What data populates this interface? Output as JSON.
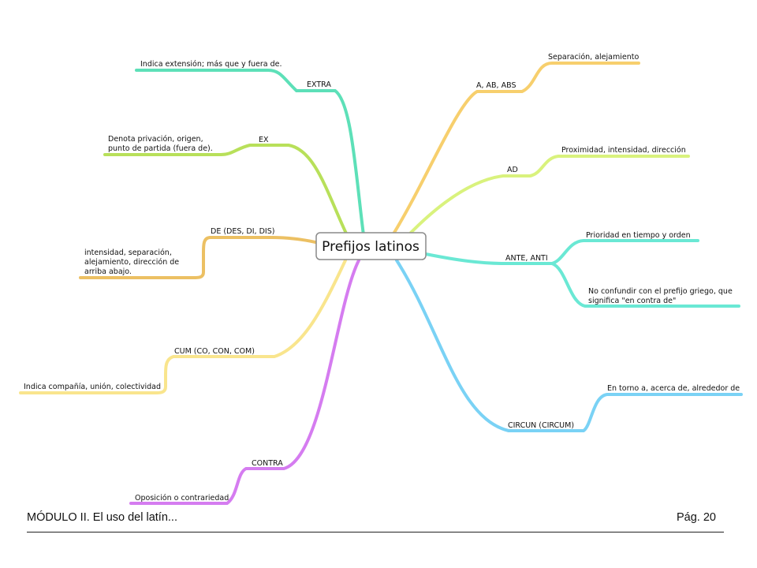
{
  "central": "Prefijos latinos",
  "colors": {
    "extra": "#5de0b8",
    "ex": "#b8e05a",
    "de": "#ecc063",
    "cum": "#f9e58d",
    "contra": "#d57cf0",
    "a": "#f7cf6d",
    "ad": "#d9f27d",
    "ante": "#6ae8d4",
    "circun": "#7ad2f5"
  },
  "branches": {
    "extra": {
      "label": "EXTRA",
      "leaf": "Indica extensión; más que y fuera de."
    },
    "ex": {
      "label": "EX",
      "leaf": [
        "Denota privación, origen,",
        "punto de partida (fuera de)."
      ]
    },
    "de": {
      "label": "DE (DES, DI, DIS)",
      "leaf": [
        "intensidad, separación,",
        "alejamiento, dirección de",
        "arriba abajo."
      ]
    },
    "cum": {
      "label": "CUM (CO, CON, COM)",
      "leaf": "Indica compañía, unión, colectividad"
    },
    "contra": {
      "label": "CONTRA",
      "leaf": "Oposición o contrariedad"
    },
    "a": {
      "label": "A, AB, ABS",
      "leaf": "Separación, alejamiento"
    },
    "ad": {
      "label": "AD",
      "leaf": "Proximidad, intensidad, dirección"
    },
    "ante": {
      "label": "ANTE, ANTI",
      "leaf1": "Prioridad en tiempo y orden",
      "leaf2": [
        "No confundir con el prefijo griego, que",
        "significa \"en contra de\""
      ]
    },
    "circun": {
      "label": "CIRCUN (CIRCUM)",
      "leaf": "En torno a, acerca de, alrededor de"
    }
  },
  "footer": {
    "left": "MÓDULO II. El uso del latín...",
    "right": "Pág. 20"
  }
}
